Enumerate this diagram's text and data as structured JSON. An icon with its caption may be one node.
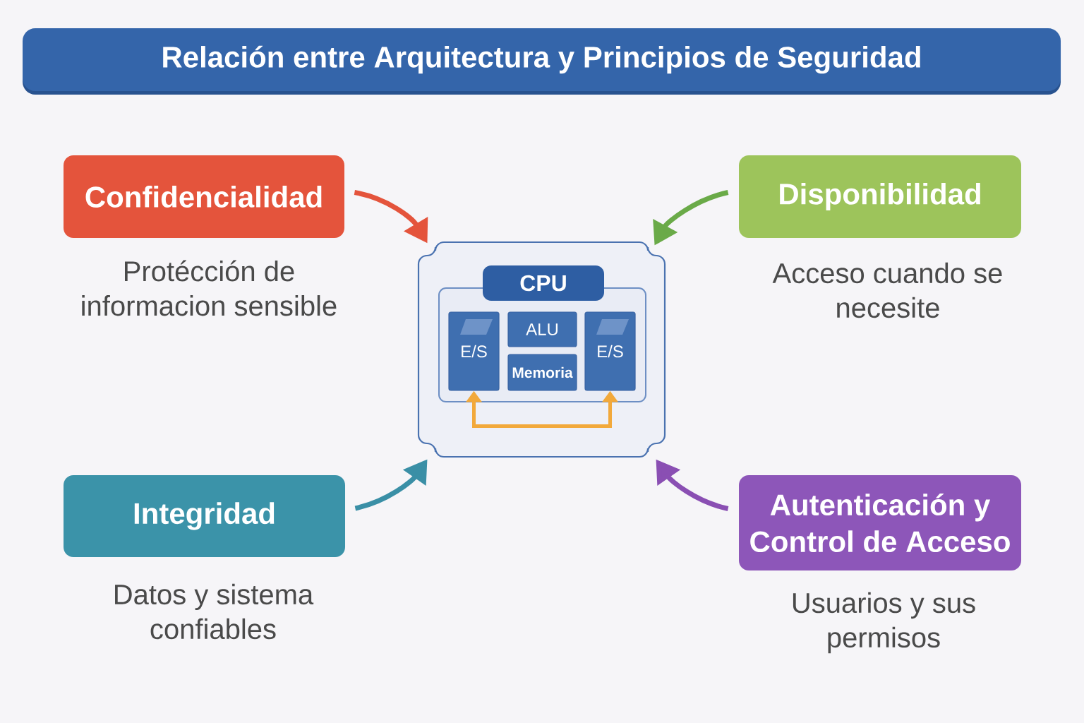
{
  "diagram": {
    "title": "Relación entre Arquitectura y Principios de Seguridad",
    "nodes": [
      {
        "text": [
          "Confidencialidad"
        ],
        "beside": [
          "Protécción de informacion sensible"
        ]
      },
      {
        "text": [
          "Disponibilidad"
        ],
        "beside": [
          "Acceso cuando se necesite"
        ]
      },
      {
        "text": [],
        "shape": "box"
      },
      {
        "text": [
          "CPU"
        ],
        "in": 2
      },
      {
        "text": [
          "E/S"
        ],
        "in": 3
      },
      {
        "text": [
          "ALU"
        ],
        "in": 3
      },
      {
        "text": [
          "Memoria"
        ],
        "in": 3
      },
      {
        "text": [
          "E/S"
        ],
        "in": 3
      },
      {
        "text": [
          "Integridad"
        ],
        "beside": [
          "Datos y sistema confiables"
        ]
      },
      {
        "text": [
          "Autenticación y Control de Acceso"
        ],
        "beside": [
          "Usuarios y sus permisos"
        ]
      }
    ],
    "edges": [
      {
        "from": 0,
        "to": 2,
        "arrow": "to",
        "color": "#e4543c"
      },
      {
        "from": 1,
        "to": 2,
        "arrow": "to",
        "color": "#6aaa48"
      },
      {
        "from": 8,
        "to": 2,
        "arrow": "to",
        "color": "#3a8fa6"
      },
      {
        "from": 9,
        "to": 2,
        "arrow": "to",
        "color": "#8a4fb3"
      },
      {
        "from": 4,
        "to": 7,
        "arrow": "both",
        "color": "#f2a93b"
      }
    ]
  }
}
